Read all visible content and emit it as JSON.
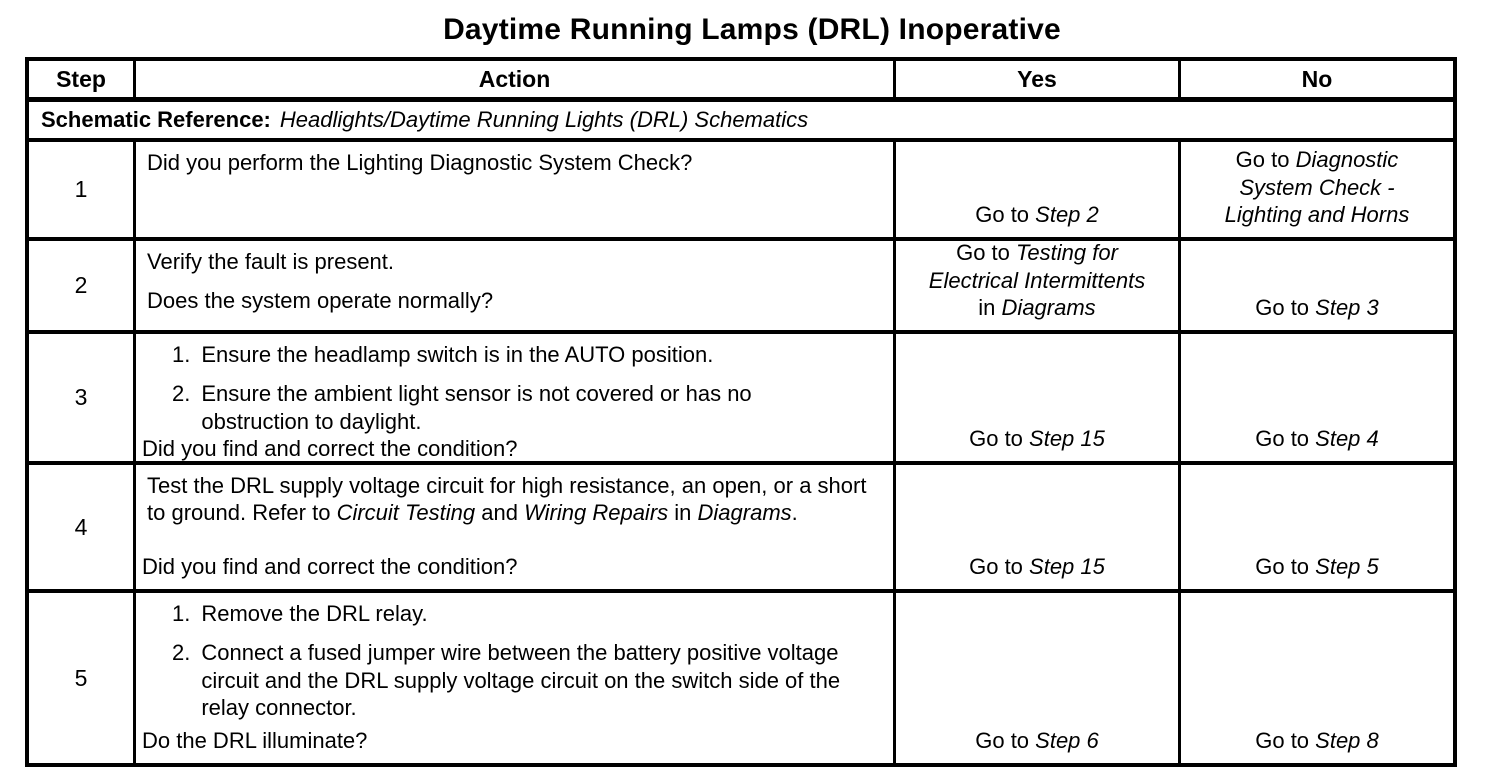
{
  "page": {
    "title": "Daytime Running Lamps (DRL) Inoperative"
  },
  "colors": {
    "ink": "#000000",
    "paper": "#ffffff"
  },
  "table": {
    "headers": [
      "Step",
      "Action",
      "Yes",
      "No"
    ],
    "schematic_reference": {
      "label": "Schematic Reference:",
      "value": "Headlights/Daytime Running Lights (DRL) Schematics"
    },
    "rows": [
      {
        "step": "1",
        "action": {
          "items": [
            {
              "type": "p",
              "segs": [
                {
                  "t": "Did you perform the Lighting Diagnostic System Check?"
                }
              ]
            }
          ],
          "question": null
        },
        "yes": [
          {
            "t": "Go to "
          },
          {
            "t": "Step 2",
            "i": true
          }
        ],
        "no": [
          {
            "t": "Go to "
          },
          {
            "t": "Diagnostic",
            "i": true
          },
          {
            "br": true
          },
          {
            "t": "System Check -",
            "i": true
          },
          {
            "br": true
          },
          {
            "t": "Lighting and Horns",
            "i": true
          }
        ]
      },
      {
        "step": "2",
        "action": {
          "items": [
            {
              "type": "p",
              "segs": [
                {
                  "t": "Verify the fault is present."
                }
              ]
            },
            {
              "type": "p",
              "segs": [
                {
                  "t": "Does the system operate normally?"
                }
              ]
            }
          ],
          "question": null
        },
        "yes": [
          {
            "t": "Go to "
          },
          {
            "t": "Testing for",
            "i": true
          },
          {
            "br": true
          },
          {
            "t": "Electrical Intermittents",
            "i": true
          },
          {
            "br": true
          },
          {
            "t": "in "
          },
          {
            "t": "Diagrams",
            "i": true
          }
        ],
        "no": [
          {
            "t": "Go to "
          },
          {
            "t": "Step 3",
            "i": true
          }
        ]
      },
      {
        "step": "3",
        "action": {
          "items": [
            {
              "type": "li",
              "n": "1.",
              "segs": [
                {
                  "t": "Ensure the headlamp switch is in the AUTO position."
                }
              ]
            },
            {
              "type": "li",
              "n": "2.",
              "segs": [
                {
                  "t": "Ensure the ambient light sensor is not covered or has no obstruction to daylight."
                }
              ]
            }
          ],
          "question": [
            {
              "t": "Did you find and correct the condition?"
            }
          ]
        },
        "yes": [
          {
            "t": "Go to "
          },
          {
            "t": "Step 15",
            "i": true
          }
        ],
        "no": [
          {
            "t": "Go to "
          },
          {
            "t": "Step 4",
            "i": true
          }
        ]
      },
      {
        "step": "4",
        "action": {
          "items": [
            {
              "type": "p",
              "segs": [
                {
                  "t": "Test the DRL supply voltage circuit for high resistance, an open, or a short to ground. Refer to "
                },
                {
                  "t": "Circuit Testing",
                  "i": true
                },
                {
                  "t": " and "
                },
                {
                  "t": "Wiring Repairs",
                  "i": true
                },
                {
                  "t": " in "
                },
                {
                  "t": "Diagrams",
                  "i": true
                },
                {
                  "t": "."
                }
              ]
            }
          ],
          "question": [
            {
              "t": "Did you find and correct the condition?"
            }
          ]
        },
        "yes": [
          {
            "t": "Go to "
          },
          {
            "t": "Step 15",
            "i": true
          }
        ],
        "no": [
          {
            "t": "Go to "
          },
          {
            "t": "Step 5",
            "i": true
          }
        ]
      },
      {
        "step": "5",
        "action": {
          "items": [
            {
              "type": "li",
              "n": "1.",
              "segs": [
                {
                  "t": "Remove the DRL relay."
                }
              ]
            },
            {
              "type": "li",
              "n": "2.",
              "segs": [
                {
                  "t": "Connect a fused jumper wire between the battery positive voltage circuit and the DRL supply voltage circuit on the switch side of the relay connector."
                }
              ]
            }
          ],
          "question": [
            {
              "t": "Do the DRL illuminate?"
            }
          ]
        },
        "yes": [
          {
            "t": "Go to "
          },
          {
            "t": "Step 6",
            "i": true
          }
        ],
        "no": [
          {
            "t": "Go to "
          },
          {
            "t": "Step 8",
            "i": true
          }
        ]
      }
    ]
  }
}
